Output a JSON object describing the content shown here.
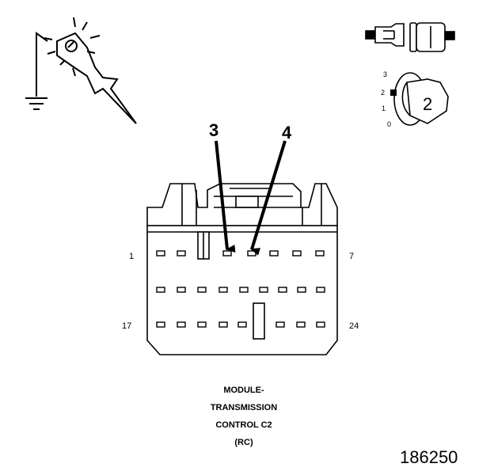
{
  "callouts": {
    "left": "3",
    "right": "4"
  },
  "pins": {
    "top_left": "1",
    "top_right": "7",
    "bottom_left": "17",
    "bottom_right": "24"
  },
  "terminal_scale": {
    "labels": [
      "3",
      "2",
      "1",
      "0"
    ],
    "position_number": "2"
  },
  "caption": {
    "line1": "MODULE-",
    "line2": "TRANSMISSION",
    "line3": "CONTROL C2",
    "line4": "(RC)"
  },
  "figure_id": "186250"
}
